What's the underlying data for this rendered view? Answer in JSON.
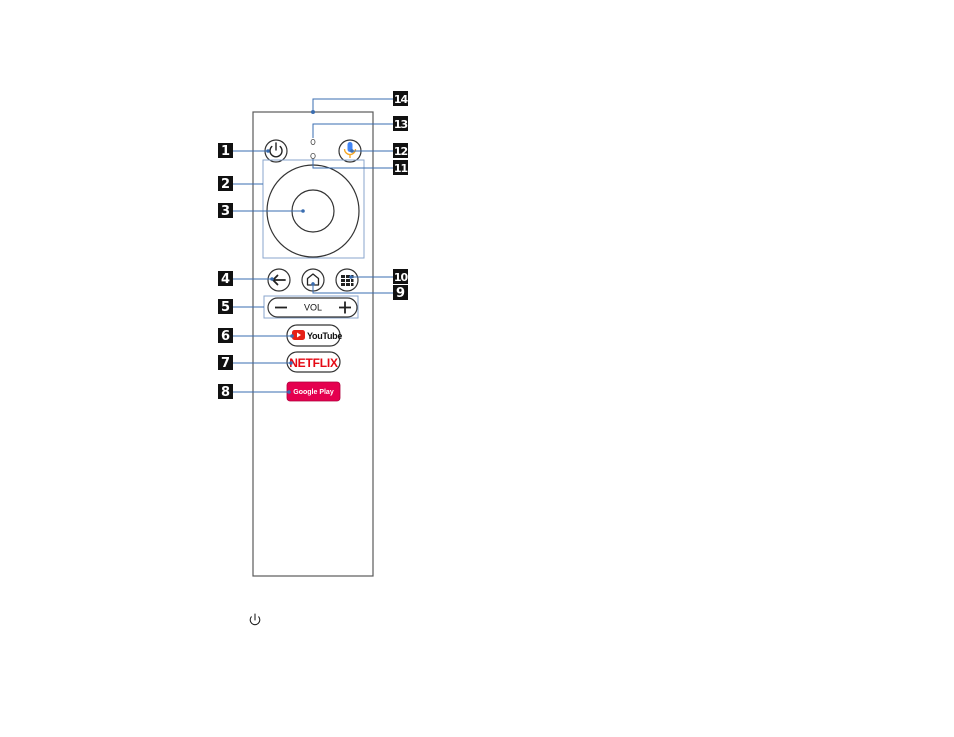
{
  "callouts": [
    {
      "id": 1,
      "label": "1",
      "target": "power-button"
    },
    {
      "id": 2,
      "label": "2",
      "target": "directional-pad"
    },
    {
      "id": 3,
      "label": "3",
      "target": "enter-button"
    },
    {
      "id": 4,
      "label": "4",
      "target": "back-button"
    },
    {
      "id": 5,
      "label": "5",
      "target": "volume-buttons"
    },
    {
      "id": 6,
      "label": "6",
      "target": "youtube-button"
    },
    {
      "id": 7,
      "label": "7",
      "target": "netflix-button"
    },
    {
      "id": 8,
      "label": "8",
      "target": "google-play-button"
    },
    {
      "id": 9,
      "label": "9",
      "target": "home-button"
    },
    {
      "id": 10,
      "label": "10",
      "target": "apps-button"
    },
    {
      "id": 11,
      "label": "11",
      "target": "indicator-light"
    },
    {
      "id": 12,
      "label": "12",
      "target": "microphone-button"
    },
    {
      "id": 13,
      "label": "13",
      "target": "microphone"
    },
    {
      "id": 14,
      "label": "14",
      "target": "remote-sensor"
    }
  ],
  "remote": {
    "volume_label": "VOL",
    "youtube_label": "YouTube",
    "netflix_label": "NETFLIX",
    "google_play_label": "Google Play"
  },
  "colors": {
    "callout_box": "#111111",
    "leader_line": "#3a6db0",
    "outline": "#5a5a5a",
    "highlight_box": "#8aa6cc",
    "youtube_red": "#e62117",
    "netflix_red": "#e50914",
    "google_play_bg": "#e5004f",
    "mic_blue": "#4285f4",
    "mic_orange": "#f5a623"
  },
  "icons": {
    "power": "power-icon",
    "back": "arrow-left-icon",
    "home": "home-icon",
    "apps": "apps-grid-icon",
    "mic": "microphone-icon",
    "footer": "power-icon"
  }
}
